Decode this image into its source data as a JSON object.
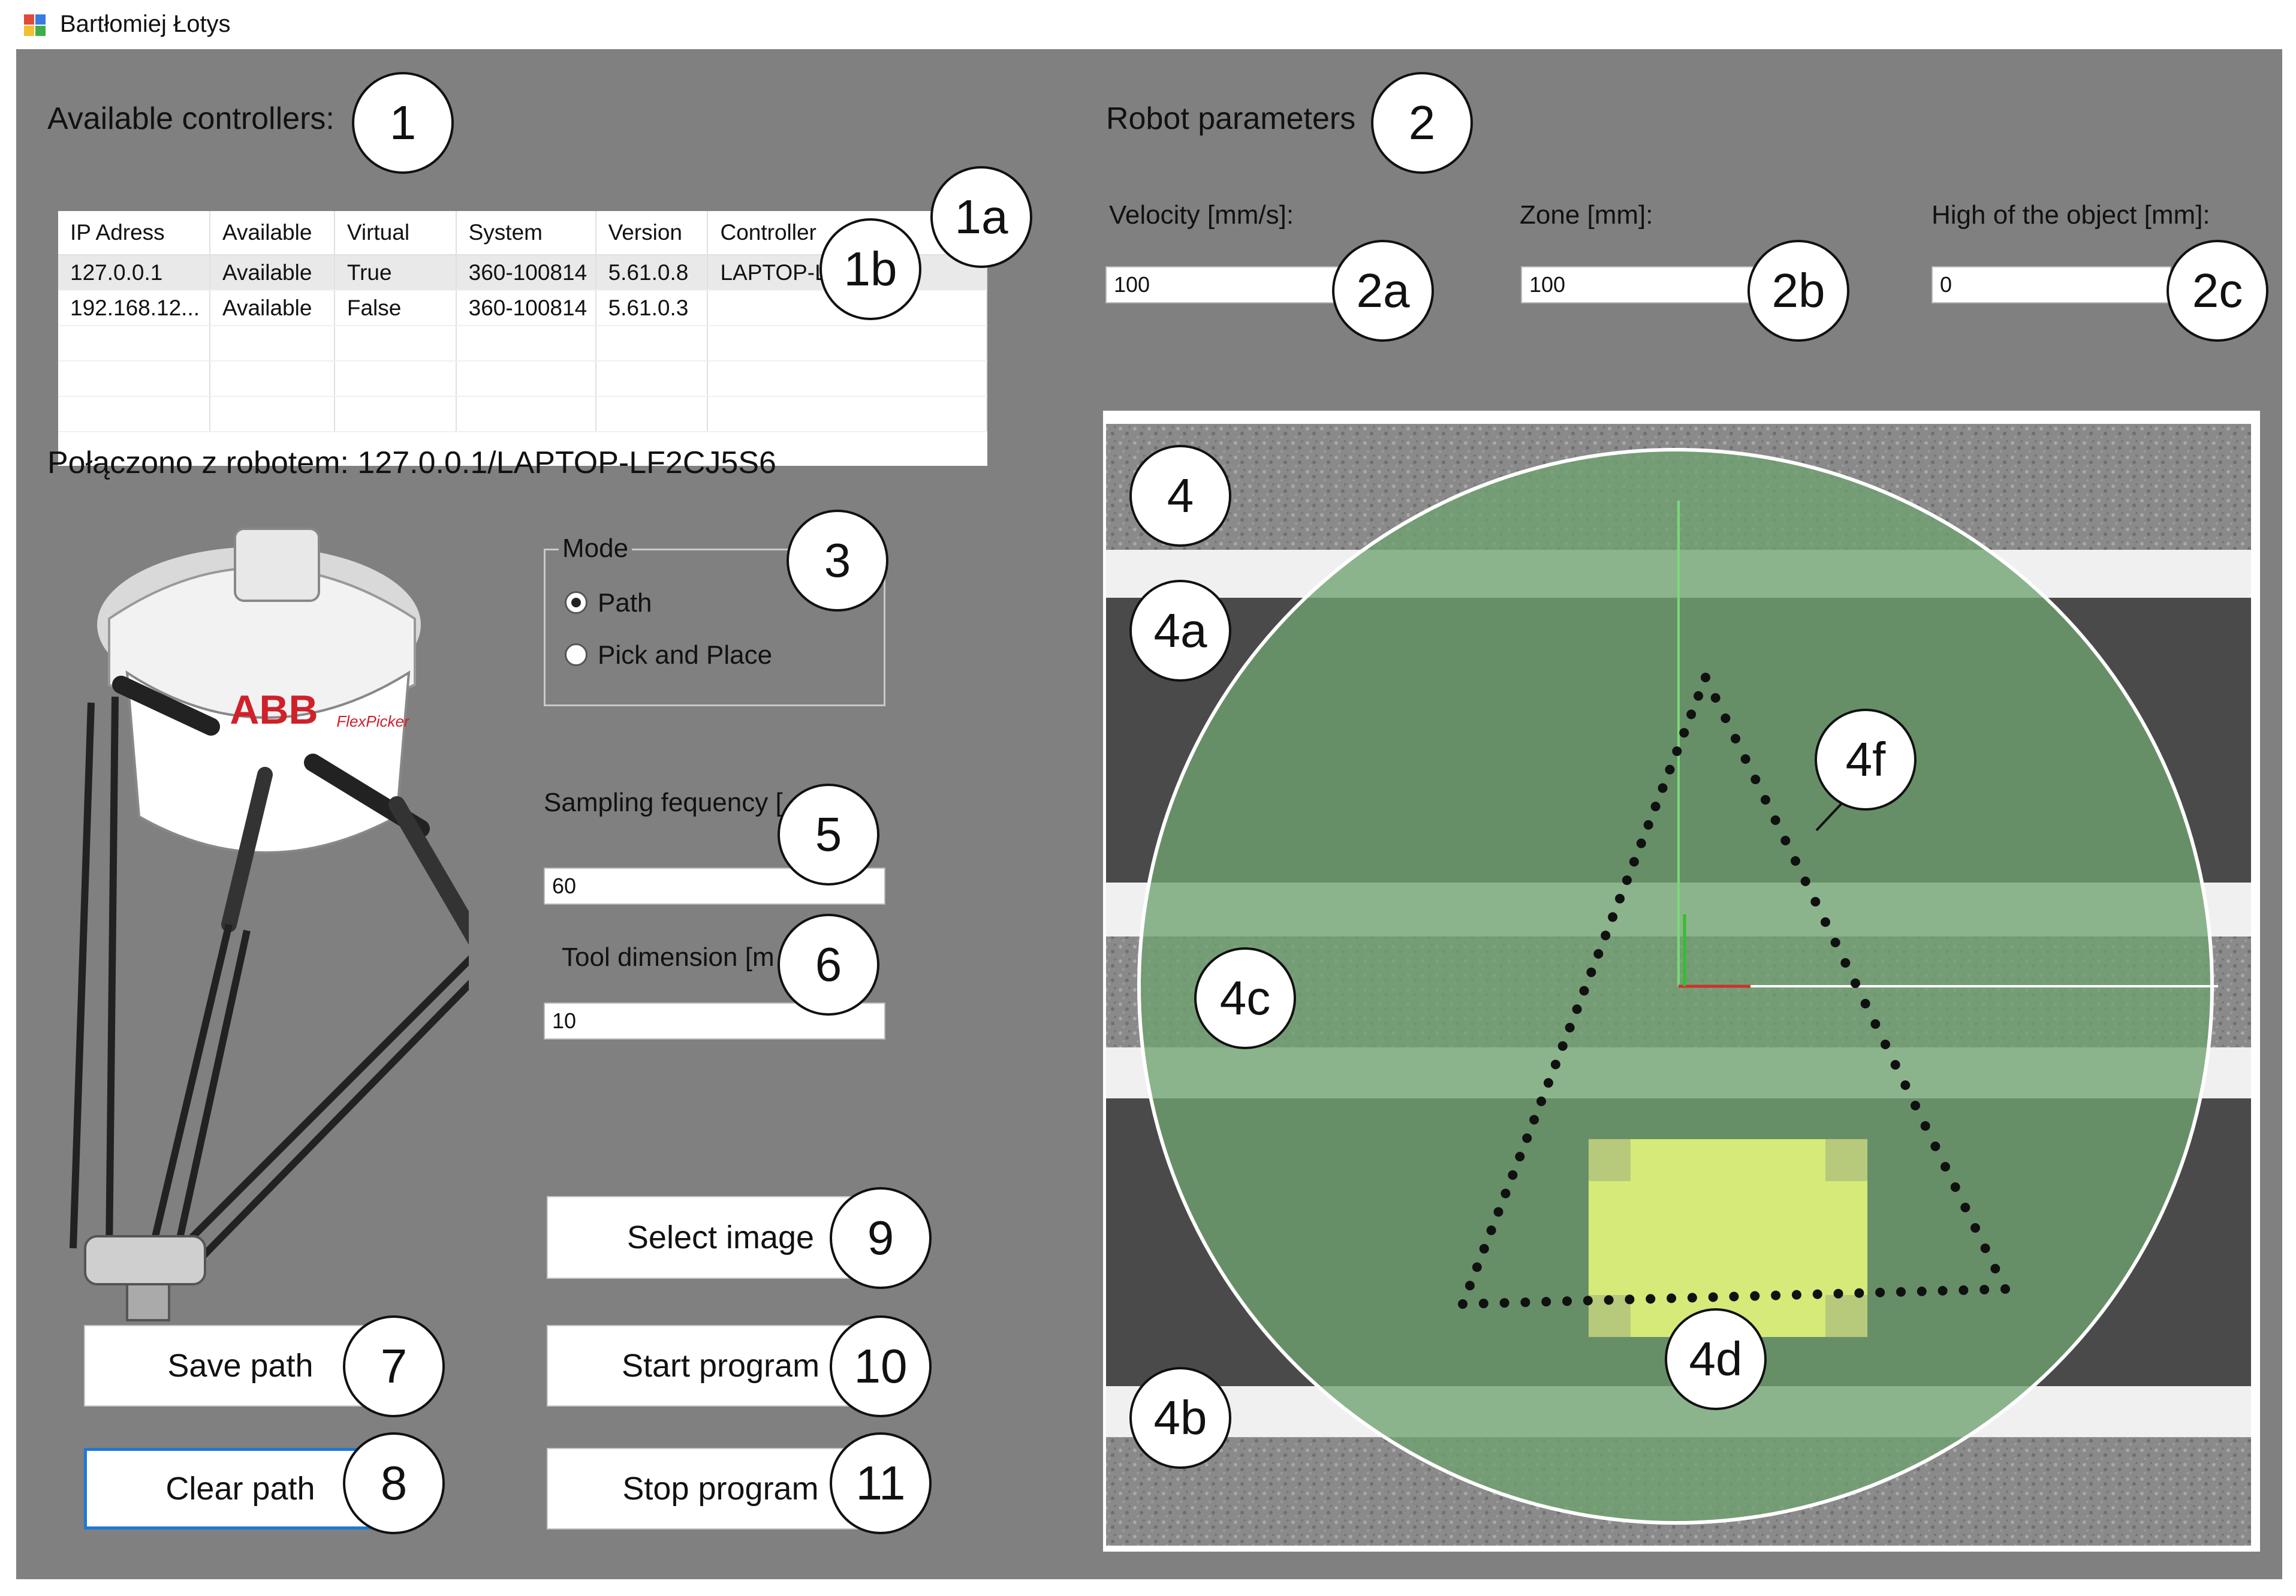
{
  "window": {
    "title": "Bartłomiej Łotys"
  },
  "controllers": {
    "label": "Available controllers:",
    "columns": [
      "IP Adress",
      "Available",
      "Virtual",
      "System",
      "Version",
      "Controller"
    ],
    "rows": [
      [
        "127.0.0.1",
        "Available",
        "True",
        "360-100814",
        "5.61.0.8",
        "LAPTOP-LF2C"
      ],
      [
        "192.168.12...",
        "Available",
        "False",
        "360-100814",
        "5.61.0.3",
        ""
      ]
    ]
  },
  "connection_status": "Połączono z robotem: 127.0.0.1/LAPTOP-LF2CJ5S6",
  "robot_parameters": {
    "label": "Robot parameters",
    "velocity": {
      "label": "Velocity [mm/s]:",
      "value": "100"
    },
    "zone": {
      "label": "Zone [mm]:",
      "value": "100"
    },
    "height": {
      "label": "High of the object [mm]:",
      "value": "0"
    }
  },
  "mode": {
    "label": "Mode",
    "options": [
      "Path",
      "Pick and Place"
    ],
    "selected": "Path"
  },
  "sampling": {
    "label": "Sampling fequency [",
    "value": "60"
  },
  "tool": {
    "label": "Tool dimension [m",
    "value": "10"
  },
  "buttons": {
    "select_image": "Select image",
    "save_path": "Save path",
    "start_program": "Start program",
    "clear_path": "Clear path",
    "stop_program": "Stop program"
  },
  "robot_image": {
    "brand_text": "ABB",
    "model_text": "FlexPicker"
  },
  "callouts": {
    "c1": "1",
    "c1a": "1a",
    "c1b": "1b",
    "c2": "2",
    "c2a": "2a",
    "c2b": "2b",
    "c2c": "2c",
    "c3": "3",
    "c4": "4",
    "c4a": "4a",
    "c4b": "4b",
    "c4c": "4c",
    "c4d": "4d",
    "c4f": "4f",
    "c5": "5",
    "c6": "6",
    "c7": "7",
    "c8": "8",
    "c9": "9",
    "c10": "10",
    "c11": "11"
  },
  "colors": {
    "background": "#808080",
    "workspace_circle": "#6fa36f",
    "object_rect": "#d6ea7a",
    "focus_border": "#1e78d7"
  },
  "icons": [
    "app-icon",
    "abb-delta-robot-image",
    "triangle-path-dots",
    "radio-selected-icon",
    "radio-unselected-icon"
  ]
}
